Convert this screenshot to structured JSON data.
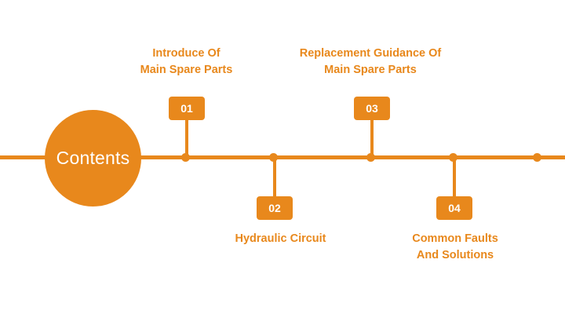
{
  "slide": {
    "title_circle": "Contents",
    "accent_color": "#E8881C",
    "background_color": "#FFFFFF"
  },
  "timeline": {
    "orientation": "horizontal",
    "dot_count": 5
  },
  "items": [
    {
      "number": "01",
      "caption": "Introduce Of\nMain Spare Parts",
      "position": "above"
    },
    {
      "number": "02",
      "caption": "Hydraulic Circuit",
      "position": "below"
    },
    {
      "number": "03",
      "caption": "Replacement Guidance Of\nMain Spare Parts",
      "position": "above"
    },
    {
      "number": "04",
      "caption": "Common Faults\nAnd Solutions",
      "position": "below"
    }
  ]
}
